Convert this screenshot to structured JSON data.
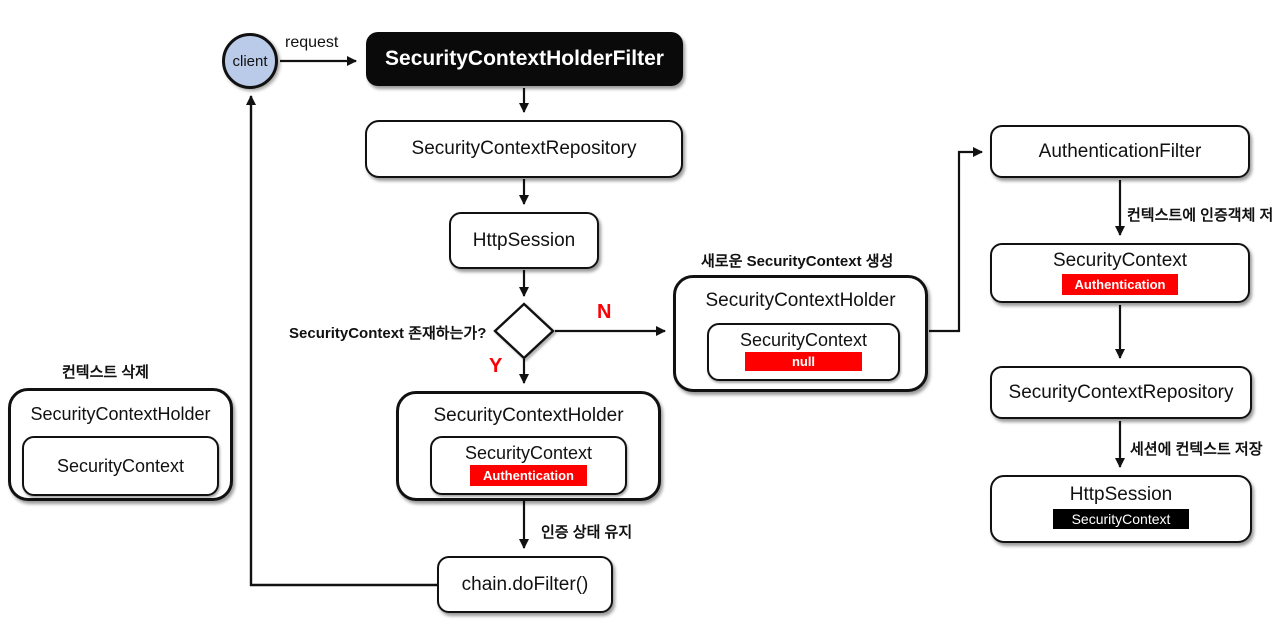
{
  "colors": {
    "badge_red": "#fe0000",
    "badge_black": "#000000",
    "node_black_bg": "#0a0a0a",
    "client_fill": "#b9cbe8",
    "line": "#111111",
    "label_red": "#fb0005",
    "x_mark_red": "#ed1c24"
  },
  "client": {
    "label": "client"
  },
  "labels": {
    "request": "request",
    "decision": "SecurityContext 존재하는가?",
    "n": "N",
    "y": "Y",
    "new_context": "새로운 SecurityContext 생성",
    "delete_context": "컨텍스트 삭제",
    "keep_auth": "인증 상태 유지",
    "save_auth_to_context": "컨텍스트에 인증객체 저",
    "save_context_to_session": "세션에 컨텍스트 저장"
  },
  "nodes": {
    "security_context_holder_filter": {
      "label": "SecurityContextHolderFilter"
    },
    "security_context_repository": {
      "label": "SecurityContextRepository"
    },
    "http_session": {
      "label": "HttpSession"
    },
    "holder_existing": {
      "title": "SecurityContextHolder",
      "inner_title": "SecurityContext",
      "badge": "Authentication"
    },
    "holder_new": {
      "title": "SecurityContextHolder",
      "inner_title": "SecurityContext",
      "badge": "null"
    },
    "holder_deleted": {
      "title": "SecurityContextHolder",
      "inner_title": "SecurityContext"
    },
    "chain_do_filter": {
      "label": "chain.doFilter()"
    },
    "authentication_filter": {
      "label": "AuthenticationFilter"
    },
    "security_context_auth": {
      "title": "SecurityContext",
      "badge": "Authentication"
    },
    "security_context_repository_right": {
      "label": "SecurityContextRepository"
    },
    "http_session_right": {
      "title": "HttpSession",
      "badge": "SecurityContext"
    }
  }
}
